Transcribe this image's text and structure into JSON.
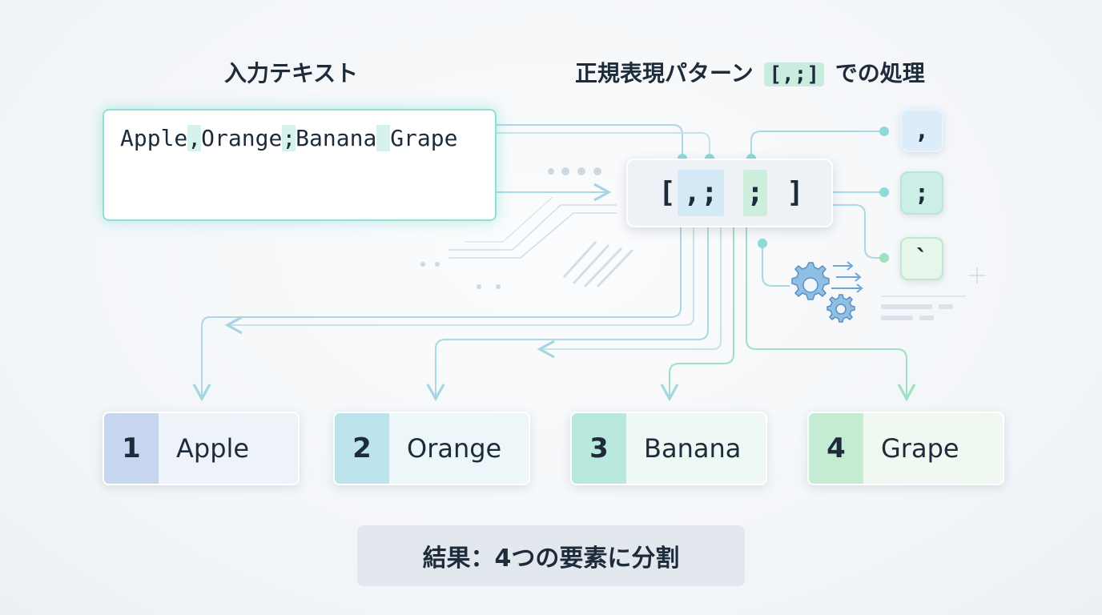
{
  "headings": {
    "input": "入力テキスト",
    "pattern_prefix": "正規表現パターン",
    "pattern": "[,;]",
    "pattern_suffix": "での処理"
  },
  "input_text": {
    "part1": "Apple",
    "sep1": ",",
    "part2": "Orange",
    "sep2": ";",
    "part3": "Banana",
    "sep3": " ",
    "part4": "Grape"
  },
  "regex_display": {
    "open": "[",
    "char1": ",",
    "char2": ";",
    "char3": ";",
    "close": "]"
  },
  "delimiters": [
    ",",
    ";",
    "`"
  ],
  "results": [
    {
      "index": "1",
      "label": "Apple",
      "color": "#c6d6ef"
    },
    {
      "index": "2",
      "label": "Orange",
      "color": "#bde4ec"
    },
    {
      "index": "3",
      "label": "Banana",
      "color": "#b9e8dc"
    },
    {
      "index": "4",
      "label": "Grape",
      "color": "#c4ecd2"
    }
  ],
  "summary": "結果：4つの要素に分割",
  "colors": {
    "accent_teal": "#8fe0d4",
    "wire": "#a9d6e3",
    "wire_green": "#9ee0bf"
  }
}
